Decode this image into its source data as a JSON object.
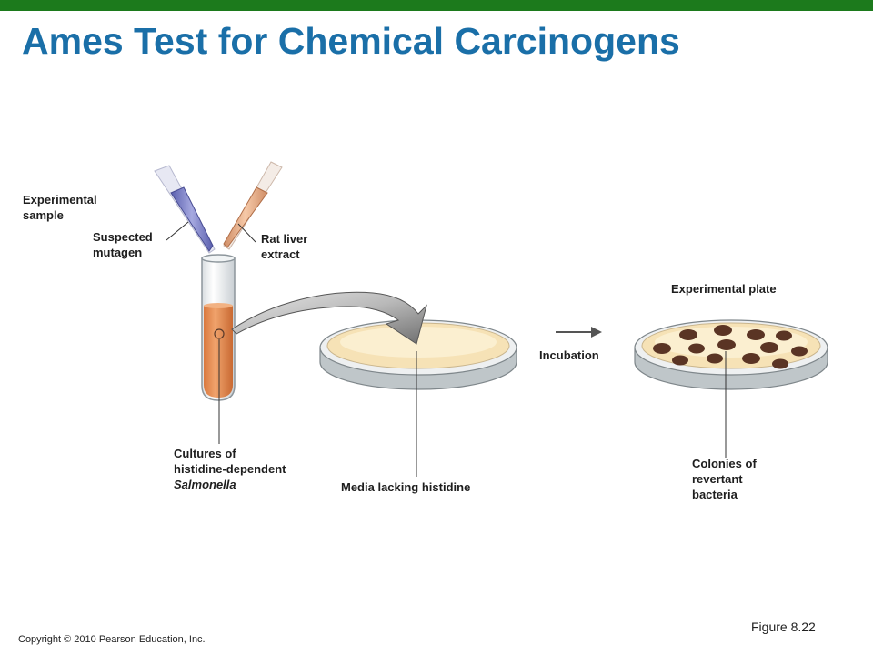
{
  "slide": {
    "title": "Ames Test for Chemical Carcinogens",
    "title_color": "#1a6fa8",
    "bar_color": "#1c7a1c"
  },
  "diagram": {
    "labels": {
      "experimental_sample": [
        "Experimental",
        "sample"
      ],
      "suspected_mutagen": [
        "Suspected",
        "mutagen"
      ],
      "rat_liver_extract": [
        "Rat liver",
        "extract"
      ],
      "experimental_plate": "Experimental plate",
      "incubation": "Incubation",
      "cultures": [
        "Cultures of",
        "histidine-dependent",
        "Salmonella"
      ],
      "media": "Media lacking histidine",
      "colonies": [
        "Colonies of",
        "revertant",
        "bacteria"
      ]
    },
    "colors": {
      "culture_orange": "#e8965e",
      "pipette_blue": "#7b7fc4",
      "pipette_peach": "#e7b08c",
      "agar": "#f6e2b6",
      "colony": "#5a3424"
    }
  },
  "footer": {
    "copyright": "Copyright © 2010 Pearson Education, Inc.",
    "figure": "Figure 8.22"
  }
}
